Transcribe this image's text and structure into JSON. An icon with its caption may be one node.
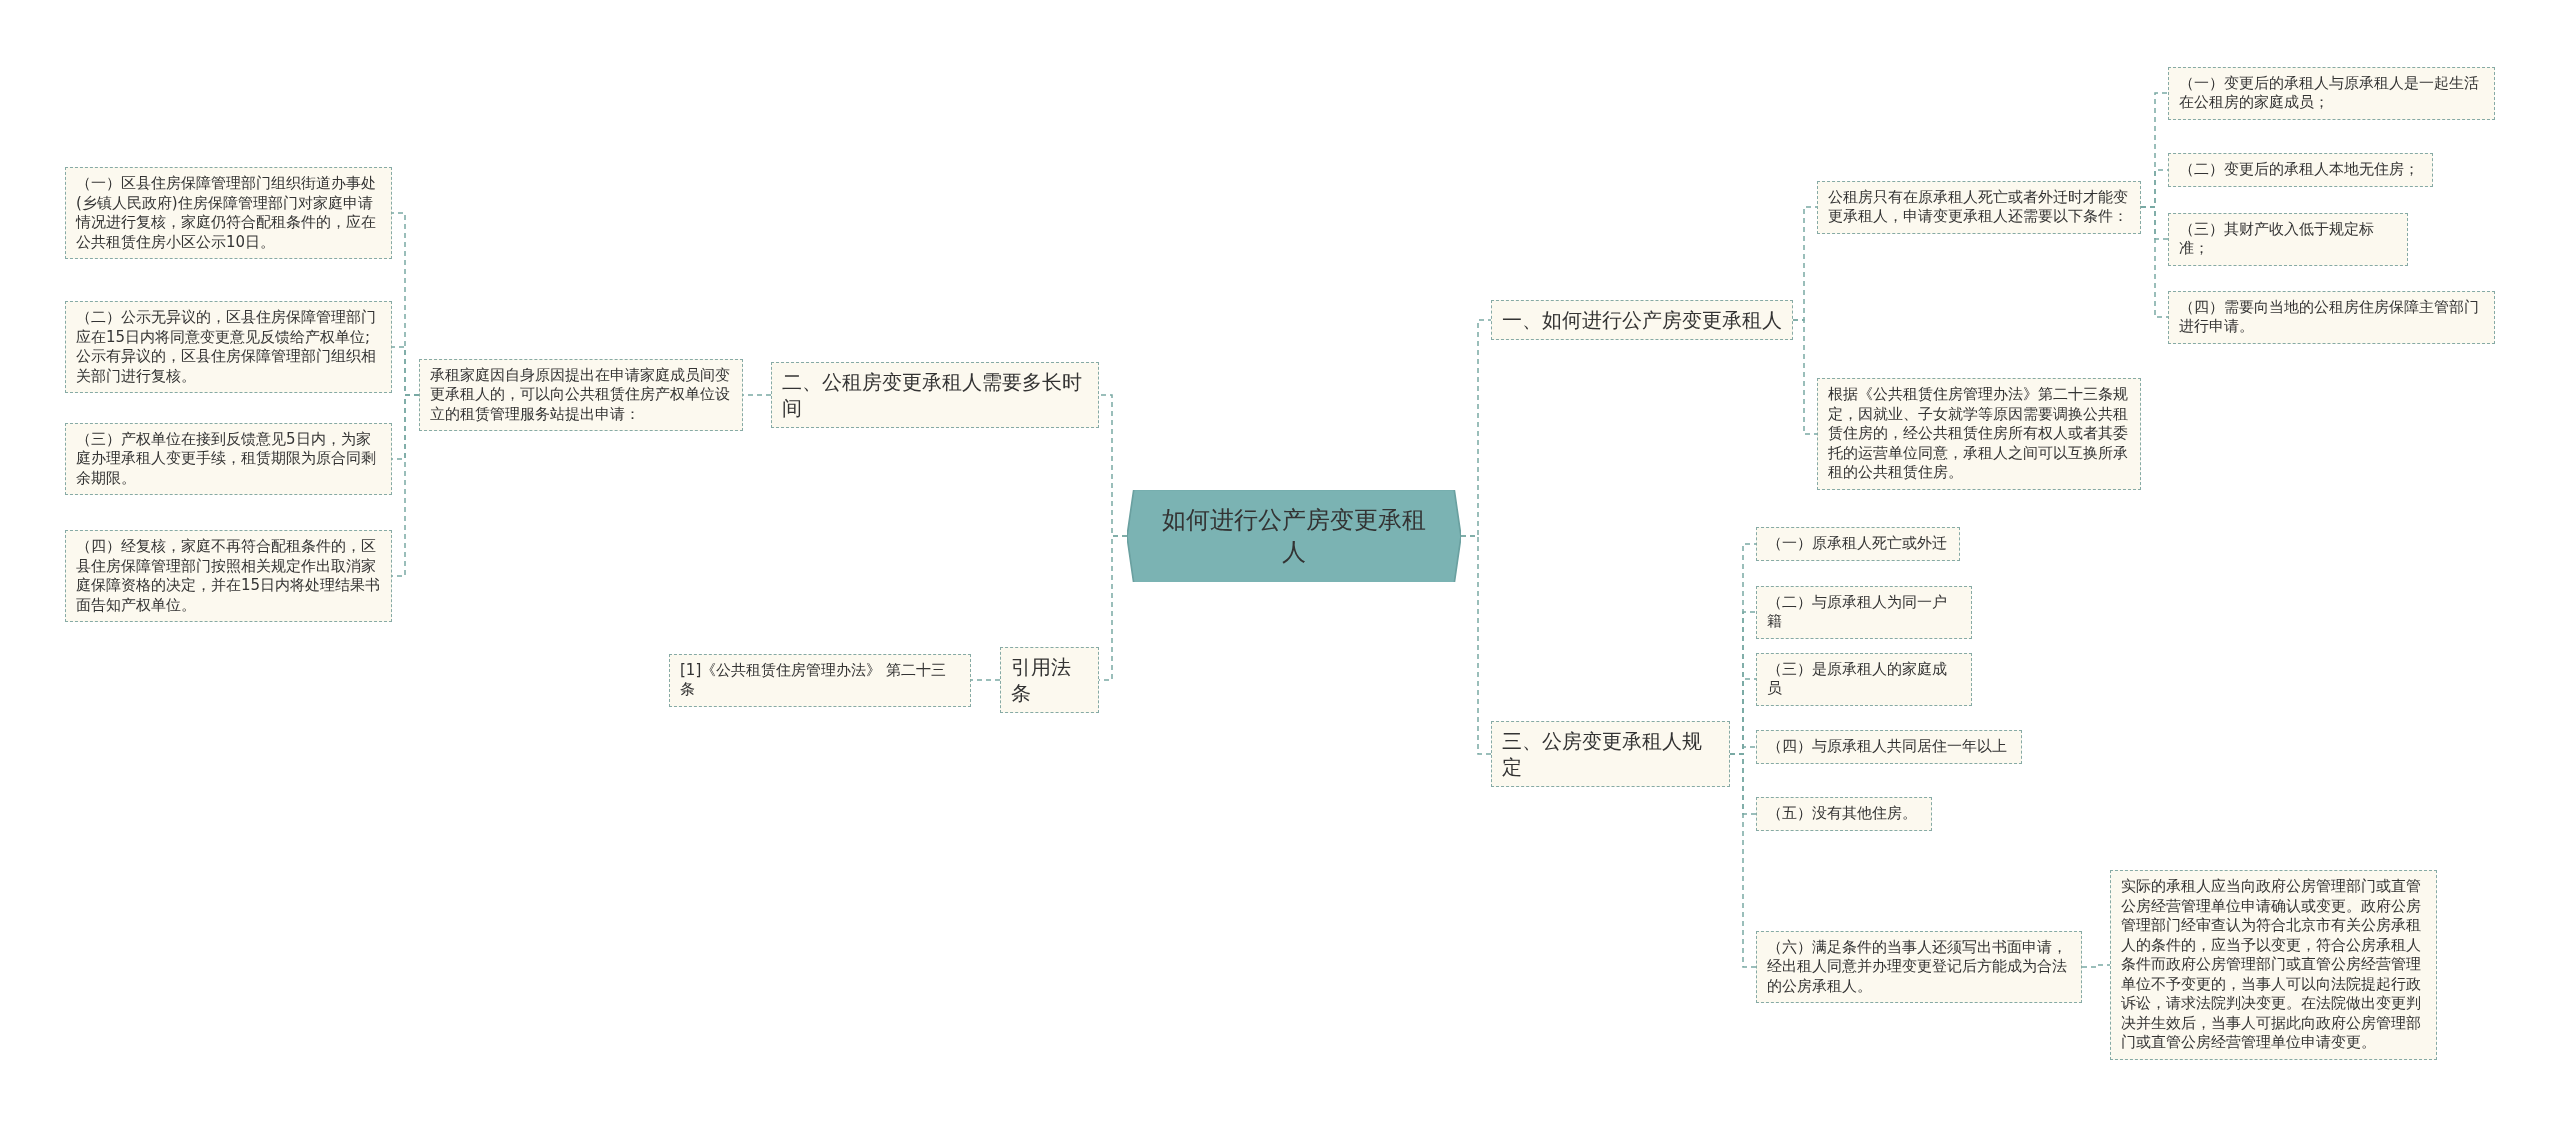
{
  "diagram": {
    "nodes": [
      {
        "text": [
          "如何进行公产房变更承租人"
        ]
      },
      {
        "text": [
          "一、如何进行公产房变更承租人"
        ]
      },
      {
        "text": [
          "公租房只有在原承租人死亡或者外迁时才能变更承租人，申请变更承租人还需要以下条件："
        ]
      },
      {
        "text": [
          "（一）变更后的承租人与原承租人是一起生活在公租房的家庭成员；"
        ]
      },
      {
        "text": [
          "（二）变更后的承租人本地无住房；"
        ]
      },
      {
        "text": [
          "（三）其财产收入低于规定标准；"
        ]
      },
      {
        "text": [
          "（四）需要向当地的公租房住房保障主管部门进行申请。"
        ]
      },
      {
        "text": [
          "根据《公共租赁住房管理办法》第二十三条规定，因就业、子女就学等原因需要调换公共租赁住房的，经公共租赁住房所有权人或者其委托的运营单位同意，承租人之间可以互换所承租的公共租赁住房。"
        ]
      },
      {
        "text": [
          "三、公房变更承租人规定"
        ]
      },
      {
        "text": [
          "（一）原承租人死亡或外迁"
        ]
      },
      {
        "text": [
          "（二）与原承租人为同一户籍"
        ]
      },
      {
        "text": [
          "（三）是原承租人的家庭成员"
        ]
      },
      {
        "text": [
          "（四）与原承租人共同居住一年以上"
        ]
      },
      {
        "text": [
          "（五）没有其他住房。"
        ]
      },
      {
        "text": [
          "（六）满足条件的当事人还须写出书面申请，经出租人同意并办理变更登记后方能成为合法的公房承租人。"
        ]
      },
      {
        "text": [
          "实际的承租人应当向政府公房管理部门或直管公房经营管理单位申请确认或变更。政府公房管理部门经审查认为符合北京市有关公房承租人的条件的，应当予以变更，符合公房承租人条件而政府公房管理部门或直管公房经营管理单位不予变更的，当事人可以向法院提起行政诉讼，请求法院判决变更。在法院做出变更判决并生效后，当事人可据此向政府公房管理部门或直管公房经营管理单位申请变更。"
        ]
      },
      {
        "text": [
          "二、公租房变更承租人需要多长时间"
        ]
      },
      {
        "text": [
          "承租家庭因自身原因提出在申请家庭成员间变更承租人的，可以向公共租赁住房产权单位设立的租赁管理服务站提出申请："
        ]
      },
      {
        "text": [
          "（一）区县住房保障管理部门组织街道办事处(乡镇人民政府)住房保障管理部门对家庭申请情况进行复核，家庭仍符合配租条件的，应在公共租赁住房小区公示10日。"
        ]
      },
      {
        "text": [
          "（二）公示无异议的，区县住房保障管理部门应在15日内将同意变更意见反馈给产权单位;公示有异议的，区县住房保障管理部门组织相关部门进行复核。"
        ]
      },
      {
        "text": [
          "（三）产权单位在接到反馈意见5日内，为家庭办理承租人变更手续，租赁期限为原合同剩余期限。"
        ]
      },
      {
        "text": [
          "（四）经复核，家庭不再符合配租条件的，区县住房保障管理部门按照相关规定作出取消家庭保障资格的决定，并在15日内将处理结果书面告知产权单位。"
        ]
      },
      {
        "text": [
          "引用法条"
        ]
      },
      {
        "text": [
          "[1]《公共租赁住房管理办法》 第二十三条"
        ]
      }
    ],
    "edges": [
      {
        "from": 0,
        "to": 1,
        "arrow": "none"
      },
      {
        "from": 1,
        "to": 2,
        "arrow": "none"
      },
      {
        "from": 2,
        "to": 3,
        "arrow": "none"
      },
      {
        "from": 2,
        "to": 4,
        "arrow": "none"
      },
      {
        "from": 2,
        "to": 5,
        "arrow": "none"
      },
      {
        "from": 2,
        "to": 6,
        "arrow": "none"
      },
      {
        "from": 1,
        "to": 7,
        "arrow": "none"
      },
      {
        "from": 0,
        "to": 8,
        "arrow": "none"
      },
      {
        "from": 8,
        "to": 9,
        "arrow": "none"
      },
      {
        "from": 8,
        "to": 10,
        "arrow": "none"
      },
      {
        "from": 8,
        "to": 11,
        "arrow": "none"
      },
      {
        "from": 8,
        "to": 12,
        "arrow": "none"
      },
      {
        "from": 8,
        "to": 13,
        "arrow": "none"
      },
      {
        "from": 8,
        "to": 14,
        "arrow": "none"
      },
      {
        "from": 14,
        "to": 15,
        "arrow": "none"
      },
      {
        "from": 0,
        "to": 16,
        "arrow": "none"
      },
      {
        "from": 16,
        "to": 17,
        "arrow": "none"
      },
      {
        "from": 17,
        "to": 18,
        "arrow": "none"
      },
      {
        "from": 17,
        "to": 19,
        "arrow": "none"
      },
      {
        "from": 17,
        "to": 20,
        "arrow": "none"
      },
      {
        "from": 17,
        "to": 21,
        "arrow": "none"
      },
      {
        "from": 0,
        "to": 22,
        "arrow": "none"
      },
      {
        "from": 22,
        "to": 23,
        "arrow": "none"
      }
    ]
  }
}
